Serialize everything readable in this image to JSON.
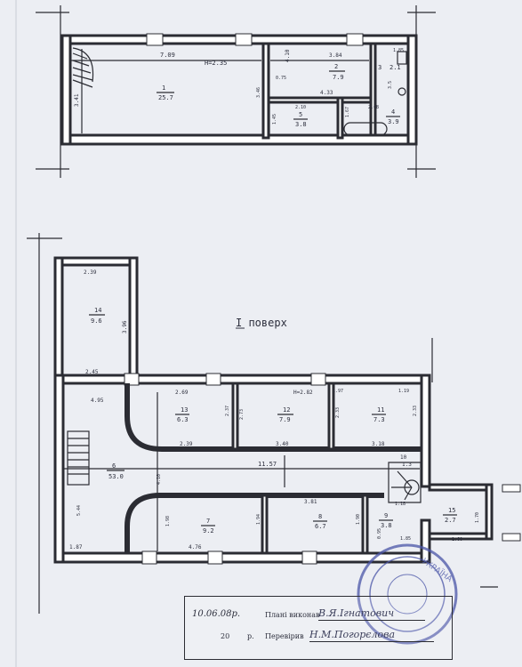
{
  "upper_plan": {
    "rooms": [
      {
        "id": "1",
        "number": "1",
        "area": "25.7"
      },
      {
        "id": "2",
        "number": "2",
        "area": "7.9"
      },
      {
        "id": "3",
        "number": "3",
        "area": "2.1"
      },
      {
        "id": "4",
        "number": "4",
        "area": "3.9"
      },
      {
        "id": "5",
        "number": "5",
        "area": "3.8"
      }
    ],
    "ceiling_height": "H=2.35",
    "dimensions": [
      "7.09",
      "3.41",
      "3.84",
      "1.85",
      "4.10",
      "0.75",
      "4.33",
      "3.46",
      "2.10",
      "2.68",
      "1.45",
      "1.67",
      "3.5"
    ]
  },
  "lower_plan": {
    "floor_label": "I поверх",
    "ceiling_height": "H=2.82",
    "rooms": [
      {
        "id": "6",
        "number": "6",
        "area": "53.0"
      },
      {
        "id": "7",
        "number": "7",
        "area": "9.2"
      },
      {
        "id": "8",
        "number": "8",
        "area": "6.7"
      },
      {
        "id": "9",
        "number": "9",
        "area": "3.8"
      },
      {
        "id": "10",
        "number": "10",
        "area": "1.3"
      },
      {
        "id": "11",
        "number": "11",
        "area": "7.3"
      },
      {
        "id": "12",
        "number": "12",
        "area": "7.9"
      },
      {
        "id": "13",
        "number": "13",
        "area": "6.3"
      },
      {
        "id": "14",
        "number": "14",
        "area": "9.6"
      },
      {
        "id": "15",
        "number": "15",
        "area": "2.7"
      }
    ],
    "dimensions": [
      "2.39",
      "3.96",
      "2.45",
      "4.95",
      "2.69",
      "2.37",
      "2.39",
      "2.73",
      "3.40",
      "2.33",
      "1.97",
      "1.19",
      "3.18",
      "4.10",
      "11.57",
      "3.81",
      "1.98",
      "1.94",
      "1.90",
      "1.18",
      "5.44",
      "1.87",
      "4.76",
      "0.95",
      "1.85",
      "1.70",
      "1.60"
    ]
  },
  "signature_block": {
    "date": "10.06.08р.",
    "line1_label": "Плані виконав",
    "line1_name": "В.Я.Ігнатович",
    "line2_prefix": "20",
    "line2_suffix": "р.",
    "line2_label": "Перевірив",
    "line2_name": "Н.М.Погорєлова"
  },
  "stamp": {
    "text": "УКРАЇНА"
  }
}
